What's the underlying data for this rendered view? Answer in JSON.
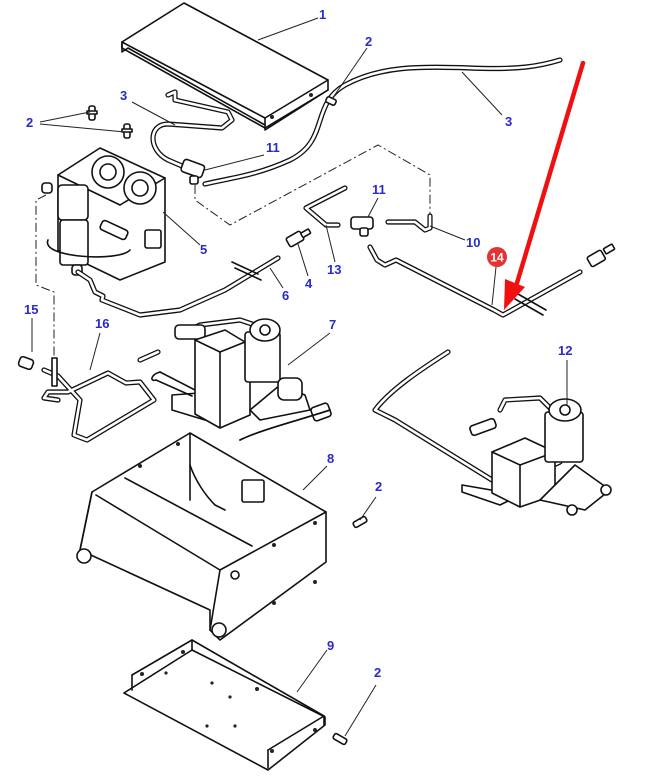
{
  "diagram": {
    "title": "Exploded parts diagram - air compressor / valve assembly",
    "colors": {
      "callout_text": "#2a2acb",
      "highlight_badge": "#e63232",
      "highlight_arrow": "#f01010",
      "line_art": "#111111",
      "background": "#ffffff"
    },
    "callouts": [
      {
        "id": "c1",
        "label": "1",
        "part": "cover-plate"
      },
      {
        "id": "c2a",
        "label": "2",
        "part": "clip"
      },
      {
        "id": "c2b",
        "label": "2",
        "part": "clip"
      },
      {
        "id": "c2c",
        "label": "2",
        "part": "clip"
      },
      {
        "id": "c2d",
        "label": "2",
        "part": "clip"
      },
      {
        "id": "c3a",
        "label": "3",
        "part": "pipe"
      },
      {
        "id": "c3b",
        "label": "3",
        "part": "pipe"
      },
      {
        "id": "c4",
        "label": "4",
        "part": "connector"
      },
      {
        "id": "c5",
        "label": "5",
        "part": "valve-block"
      },
      {
        "id": "c6",
        "label": "6",
        "part": "pipe"
      },
      {
        "id": "c7",
        "label": "7",
        "part": "compressor"
      },
      {
        "id": "c8",
        "label": "8",
        "part": "housing"
      },
      {
        "id": "c9",
        "label": "9",
        "part": "base-plate"
      },
      {
        "id": "c10",
        "label": "10",
        "part": "pipe"
      },
      {
        "id": "c11a",
        "label": "11",
        "part": "tee-fitting"
      },
      {
        "id": "c11b",
        "label": "11",
        "part": "tee-fitting"
      },
      {
        "id": "c12",
        "label": "12",
        "part": "compressor-assembly"
      },
      {
        "id": "c13",
        "label": "13",
        "part": "pipe"
      },
      {
        "id": "c15",
        "label": "15",
        "part": "elbow-fitting"
      },
      {
        "id": "c16",
        "label": "16",
        "part": "pipe"
      }
    ],
    "highlight": {
      "label": "14",
      "part": "pipe",
      "indicator": "red-arrow"
    }
  }
}
